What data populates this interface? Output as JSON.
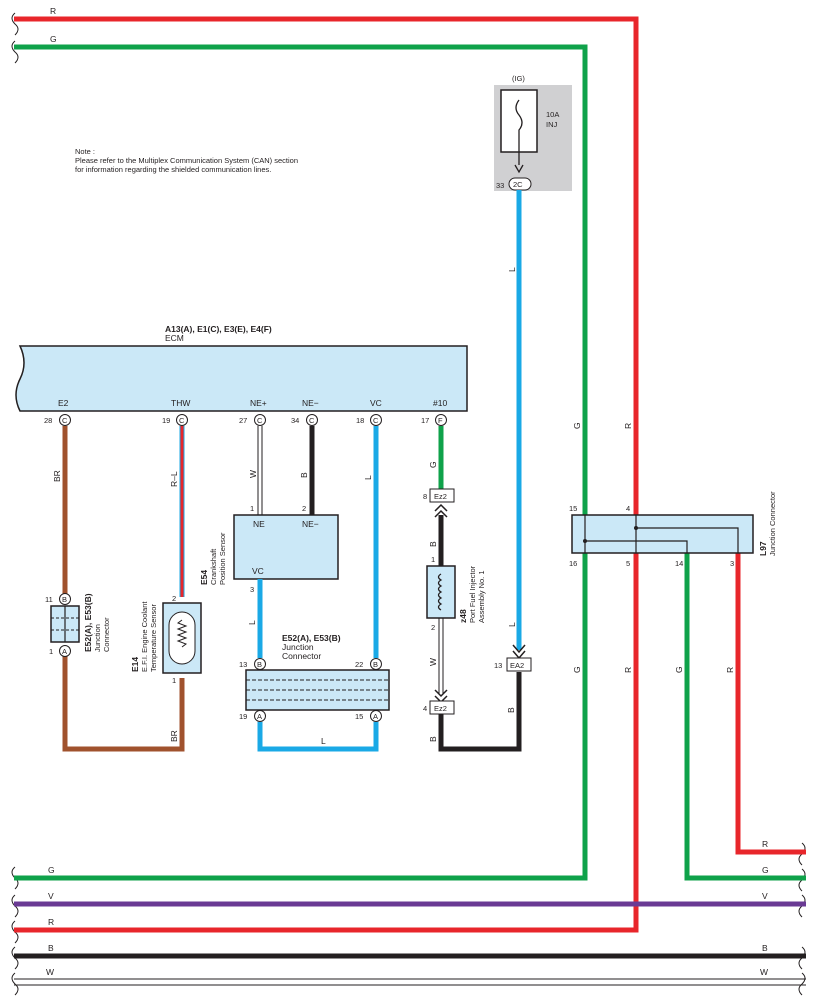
{
  "colors": {
    "red": "#e8262b",
    "green": "#0fa24a",
    "blue": "#1aa9e6",
    "brown": "#a0522d",
    "black": "#231f20",
    "violet": "#6a3a94",
    "white_wire": "#d0d0d0",
    "component_fill": "#cbe8f7",
    "fuse_box": "#d0d0d2"
  },
  "top_wires": {
    "red_code": "R",
    "green_code": "G"
  },
  "note": {
    "title": "Note :",
    "line1": "Please refer to the Multiplex Communication System (CAN) section",
    "line2": "for information regarding the shielded communication lines."
  },
  "fuse": {
    "source": "(IG)",
    "rating": "10A",
    "name": "INJ",
    "pin": "33",
    "connector": "2C"
  },
  "ecm": {
    "codes": "A13(A), E1(C), E3(E), E4(F)",
    "name": "ECM",
    "terminals": [
      {
        "name": "E2",
        "pin": "28",
        "conn": "C"
      },
      {
        "name": "THW",
        "pin": "19",
        "conn": "C"
      },
      {
        "name": "NE+",
        "pin": "27",
        "conn": "C"
      },
      {
        "name": "NE−",
        "pin": "34",
        "conn": "C"
      },
      {
        "name": "VC",
        "pin": "18",
        "conn": "C"
      },
      {
        "name": "#10",
        "pin": "17",
        "conn": "F"
      }
    ]
  },
  "wire_codes": {
    "br": "BR",
    "rl": "R–L",
    "w": "W",
    "b": "B",
    "l": "L",
    "g": "G",
    "r": "R",
    "v": "V"
  },
  "junction_e52_left": {
    "code": "E52(A), E53(B)",
    "line1": "Junction",
    "line2": "Connector",
    "pin_top": "11",
    "conn_top": "B",
    "pin_bottom": "1",
    "conn_bottom": "A"
  },
  "sensor_e14": {
    "code": "E14",
    "line1": "E.F.I. Engine Coolant",
    "line2": "Temperature Sensor",
    "pin_top": "2",
    "pin_bottom": "1"
  },
  "sensor_e54": {
    "code": "E54",
    "line1": "Crankshaft",
    "line2": "Position Sensor",
    "term_ne_plus": "NE",
    "term_ne_minus": "NE−",
    "term_vc": "VC",
    "pin1": "1",
    "pin2": "2",
    "pin3": "3"
  },
  "junction_e52_mid": {
    "code": "E52(A), E53(B)",
    "line1": "Junction",
    "line2": "Connector",
    "pin_tl": "13",
    "conn_tl": "B",
    "pin_tr": "22",
    "conn_tr": "B",
    "pin_bl": "19",
    "conn_bl": "A",
    "pin_br": "15",
    "conn_br": "A"
  },
  "injector_z48": {
    "code": "z48",
    "line1": "Port Fuel Injector",
    "line2": "Assembly No. 1",
    "pin1": "1",
    "pin2": "2"
  },
  "connector_ez2_top": {
    "pin": "8",
    "name": "Ez2"
  },
  "connector_ez2_bottom": {
    "pin": "4",
    "name": "Ez2"
  },
  "connector_ea2": {
    "pin": "13",
    "name": "EA2"
  },
  "junction_l97": {
    "code": "L97",
    "name": "Junction Connector",
    "pin_tl": "15",
    "pin_tr": "4",
    "pin_b1": "16",
    "pin_b2": "5",
    "pin_b3": "14",
    "pin_b4": "3"
  }
}
